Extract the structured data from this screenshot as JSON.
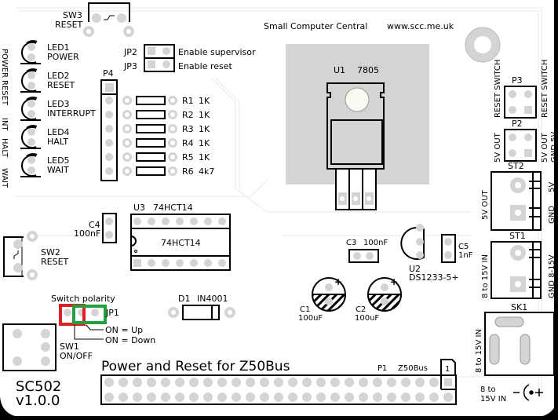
{
  "board": {
    "name": "SC502",
    "version": "v1.0.0",
    "title": "Power and Reset for Z50Bus",
    "maker": "Small Computer Central",
    "website": "www.scc.me.uk"
  },
  "side_labels": [
    "POWER",
    "RESET",
    "INT",
    "HALT",
    "WAIT"
  ],
  "switches": {
    "sw3": {
      "ref": "SW3",
      "label": "RESET"
    },
    "sw2": {
      "ref": "SW2",
      "label": "RESET"
    },
    "sw1": {
      "ref": "SW1",
      "label": "ON/OFF"
    }
  },
  "leds": [
    {
      "ref": "LED1",
      "label": "POWER"
    },
    {
      "ref": "LED2",
      "label": "RESET"
    },
    {
      "ref": "LED3",
      "label": "INTERRUPT"
    },
    {
      "ref": "LED4",
      "label": "HALT"
    },
    {
      "ref": "LED5",
      "label": "WAIT"
    }
  ],
  "jumpers": {
    "jp2": {
      "ref": "JP2",
      "label": "Enable supervisor"
    },
    "jp3": {
      "ref": "JP3",
      "label": "Enable reset"
    },
    "jp1": {
      "ref": "JP1",
      "title": "Switch polarity",
      "on_up": "ON = Up",
      "on_down": "ON = Down"
    }
  },
  "p4": {
    "ref": "P4"
  },
  "resistors": [
    {
      "ref": "R1",
      "value": "1K"
    },
    {
      "ref": "R2",
      "value": "1K"
    },
    {
      "ref": "R3",
      "value": "1K"
    },
    {
      "ref": "R4",
      "value": "1K"
    },
    {
      "ref": "R5",
      "value": "1K"
    },
    {
      "ref": "R6",
      "value": "4k7"
    }
  ],
  "u1": {
    "ref": "U1",
    "value": "7805"
  },
  "u3": {
    "ref": "U3",
    "value": "74HCT14",
    "body": "74HCT14"
  },
  "u2": {
    "ref": "U2",
    "value": "DS1233-5+"
  },
  "caps": {
    "c4": {
      "ref": "C4",
      "value": "100nF"
    },
    "c3": {
      "ref": "C3",
      "value": "100nF"
    },
    "c5": {
      "ref": "C5",
      "value": "1nF"
    },
    "c1": {
      "ref": "C1",
      "value": "100uF"
    },
    "c2": {
      "ref": "C2",
      "value": "100uF"
    }
  },
  "d1": {
    "ref": "D1",
    "value": "IN4001"
  },
  "p3": {
    "ref": "P3",
    "left": "RESET SWITCH",
    "right": "RESET SWITCH"
  },
  "p2": {
    "ref": "P2",
    "left": "5V OUT",
    "right_top": "5V OUT",
    "right_bottom": "GND 5V"
  },
  "st2": {
    "ref": "ST2",
    "side": "5V OUT",
    "pin1": "5V",
    "pin2": "GND"
  },
  "st1": {
    "ref": "ST1",
    "side": "8 to 15V IN",
    "pins": "GND 8-15V"
  },
  "sk1": {
    "ref": "SK1",
    "side": "8 to 15V IN",
    "legend_line1": "8 to",
    "legend_line2": "15V IN"
  },
  "p1": {
    "ref": "P1",
    "value": "Z50Bus",
    "pin1": "1"
  },
  "highlights": {
    "red": "#e02020",
    "green": "#20a040"
  }
}
